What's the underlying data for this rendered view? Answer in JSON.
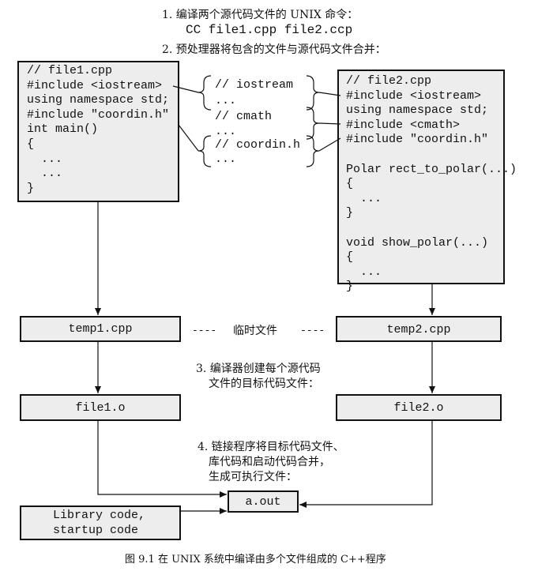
{
  "steps": {
    "step1_title": "1. 编译两个源代码文件的 UNIX 命令：",
    "step1_command": "CC file1.cpp file2.ccp",
    "step2_title": "2. 预处理器将包含的文件与源代码文件合并：",
    "step3_line1": "3. 编译器创建每个源代码",
    "step3_line2": "文件的目标代码文件：",
    "step4_line1": "4. 链接程序将目标代码文件、",
    "step4_line2": "库代码和启动代码合并，",
    "step4_line3": "生成可执行文件："
  },
  "file1_code": "// file1.cpp\n#include <iostream>\nusing namespace std;\n#include \"coordin.h\"\nint main()\n{\n  ...\n  ...\n}",
  "file2_code": "// file2.cpp\n#include <iostream>\nusing namespace std;\n#include <cmath>\n#include \"coordin.h\"\n\nPolar rect_to_polar(...)\n{\n  ...\n}\n\nvoid show_polar(...)\n{\n  ...\n}",
  "headers": {
    "iostream_comment": "// iostream",
    "iostream_dots": "...",
    "cmath_comment": "// cmath",
    "cmath_dots": "...",
    "coordin_comment": "// coordin.h",
    "coordin_dots": "..."
  },
  "temp1_label": "temp1.cpp",
  "temp2_label": "temp2.cpp",
  "temp_dash_left": "----",
  "temp_middle_label": "临时文件",
  "temp_dash_right": "----",
  "object1_label": "file1.o",
  "object2_label": "file2.o",
  "output_label": "a.out",
  "library_label_line1": "Library code,",
  "library_label_line2": "startup code",
  "caption": "图 9.1   在 UNIX 系统中编译由多个文件组成的 C++程序"
}
